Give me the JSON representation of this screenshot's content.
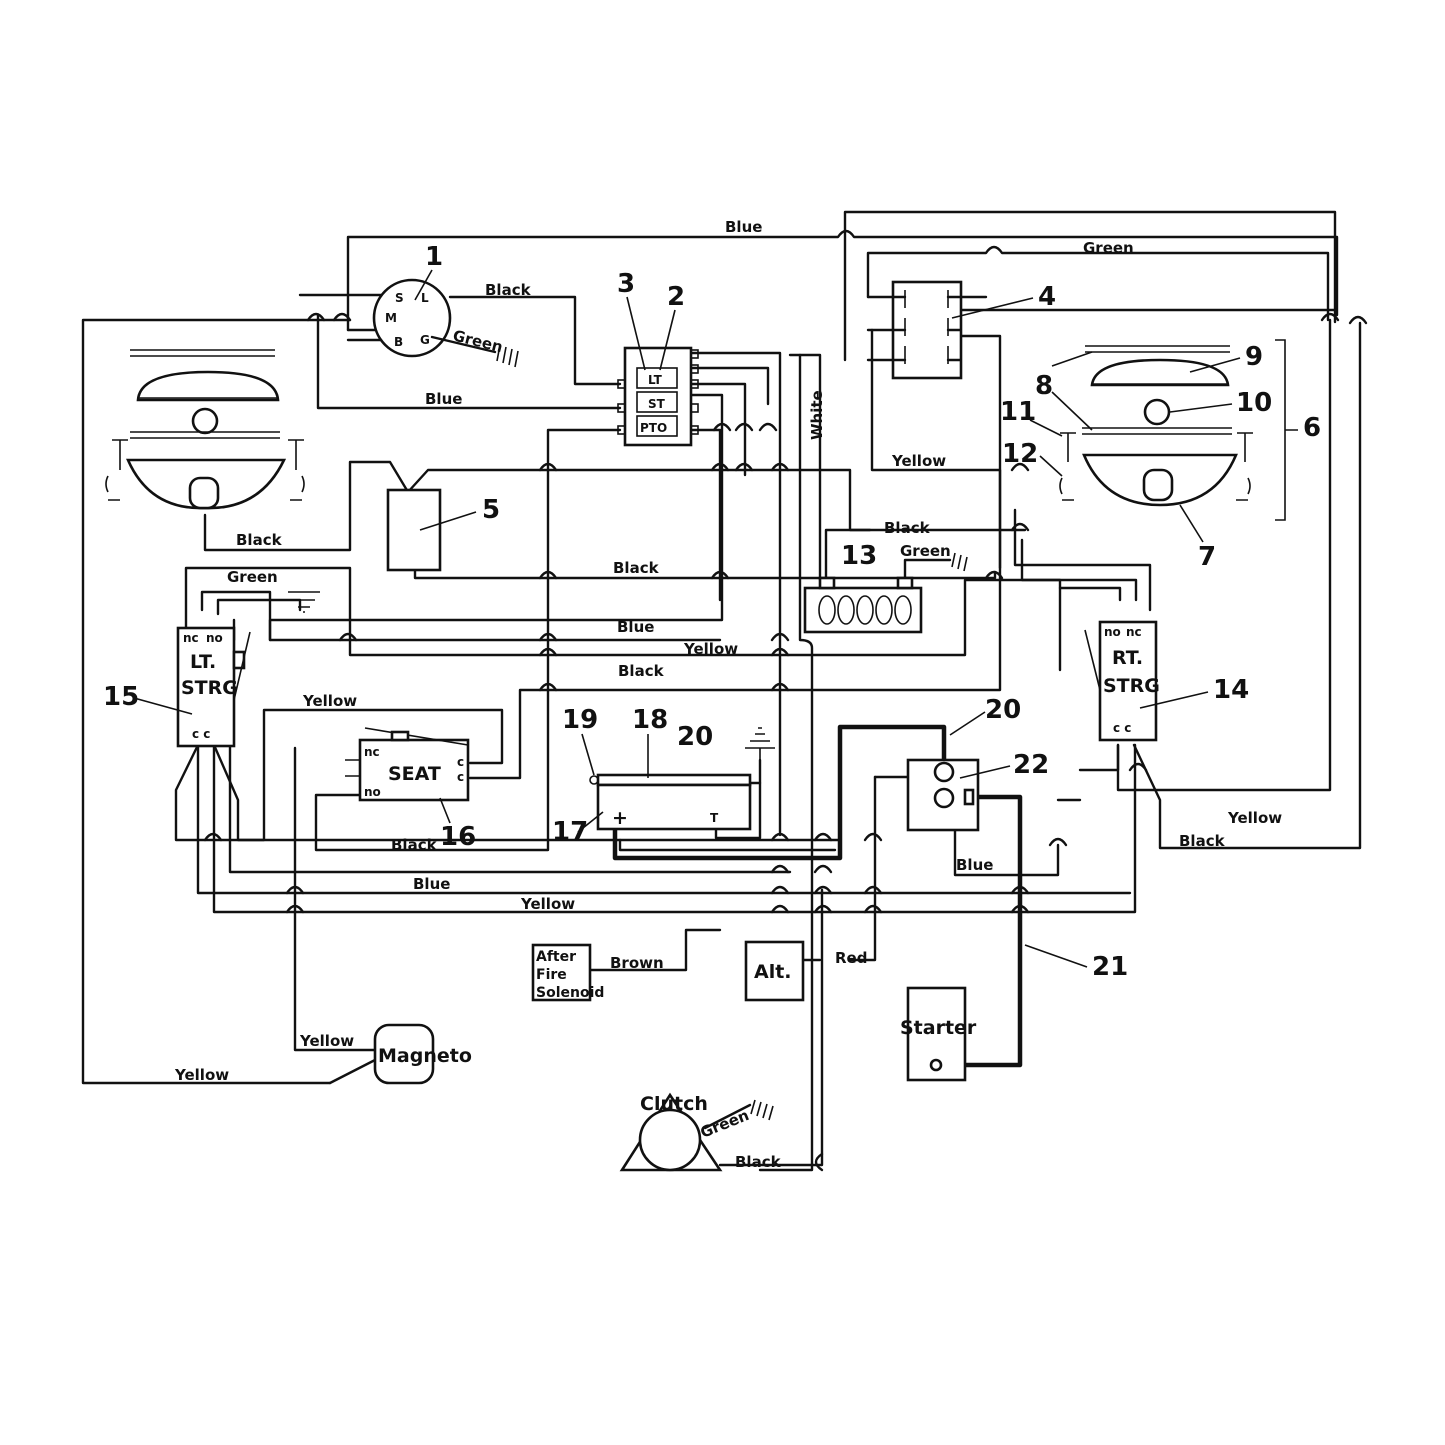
{
  "wire_labels": {
    "blue_top": "Blue",
    "green_top": "Green",
    "black_ign": "Black",
    "green_ign": "Green",
    "blue_ign": "Blue",
    "white": "White",
    "yellow_r": "Yellow",
    "black_left_light": "Black",
    "black_mid": "Black",
    "black_r13": "Black",
    "green_13": "Green",
    "green_15": "Green",
    "blue_mid": "Blue",
    "yellow_mid": "Yellow",
    "black_low": "Black",
    "yellow_seat": "Yellow",
    "black_seat": "Black",
    "blue_low": "Blue",
    "yellow_low": "Yellow",
    "blue_20": "Blue",
    "yellow_14": "Yellow",
    "black_14": "Black",
    "brown": "Brown",
    "red": "Red",
    "yellow_mag1": "Yellow",
    "yellow_mag2": "Yellow",
    "green_clutch": "Green",
    "black_clutch": "Black"
  },
  "callouts": [
    "1",
    "2",
    "3",
    "4",
    "5",
    "6",
    "7",
    "8",
    "9",
    "10",
    "11",
    "12",
    "13",
    "14",
    "15",
    "16",
    "17",
    "18",
    "19",
    "20",
    "20",
    "21",
    "22"
  ],
  "components": {
    "ignition": {
      "s": "S",
      "l": "L",
      "m": "M",
      "b": "B",
      "g": "G"
    },
    "key_switch": {
      "lt": "LT",
      "st": "ST",
      "pto": "PTO"
    },
    "lt_strg": {
      "line1": "LT.",
      "line2": "STRG",
      "nc": "nc",
      "no": "no",
      "c": "c c"
    },
    "rt_strg": {
      "line1": "RT.",
      "line2": "STRG",
      "nc": "nc",
      "no": "no",
      "c": "c c"
    },
    "seat": {
      "label": "SEAT",
      "nc": "nc",
      "no": "no",
      "c1": "c",
      "c2": "c"
    },
    "battery": {
      "plus": "+",
      "minus": "T"
    },
    "after_fire": {
      "line1": "After",
      "line2": "Fire",
      "line3": "Solenoid"
    },
    "alt": "Alt.",
    "starter": "Starter",
    "magneto": "Magneto",
    "clutch": "Clutch"
  }
}
